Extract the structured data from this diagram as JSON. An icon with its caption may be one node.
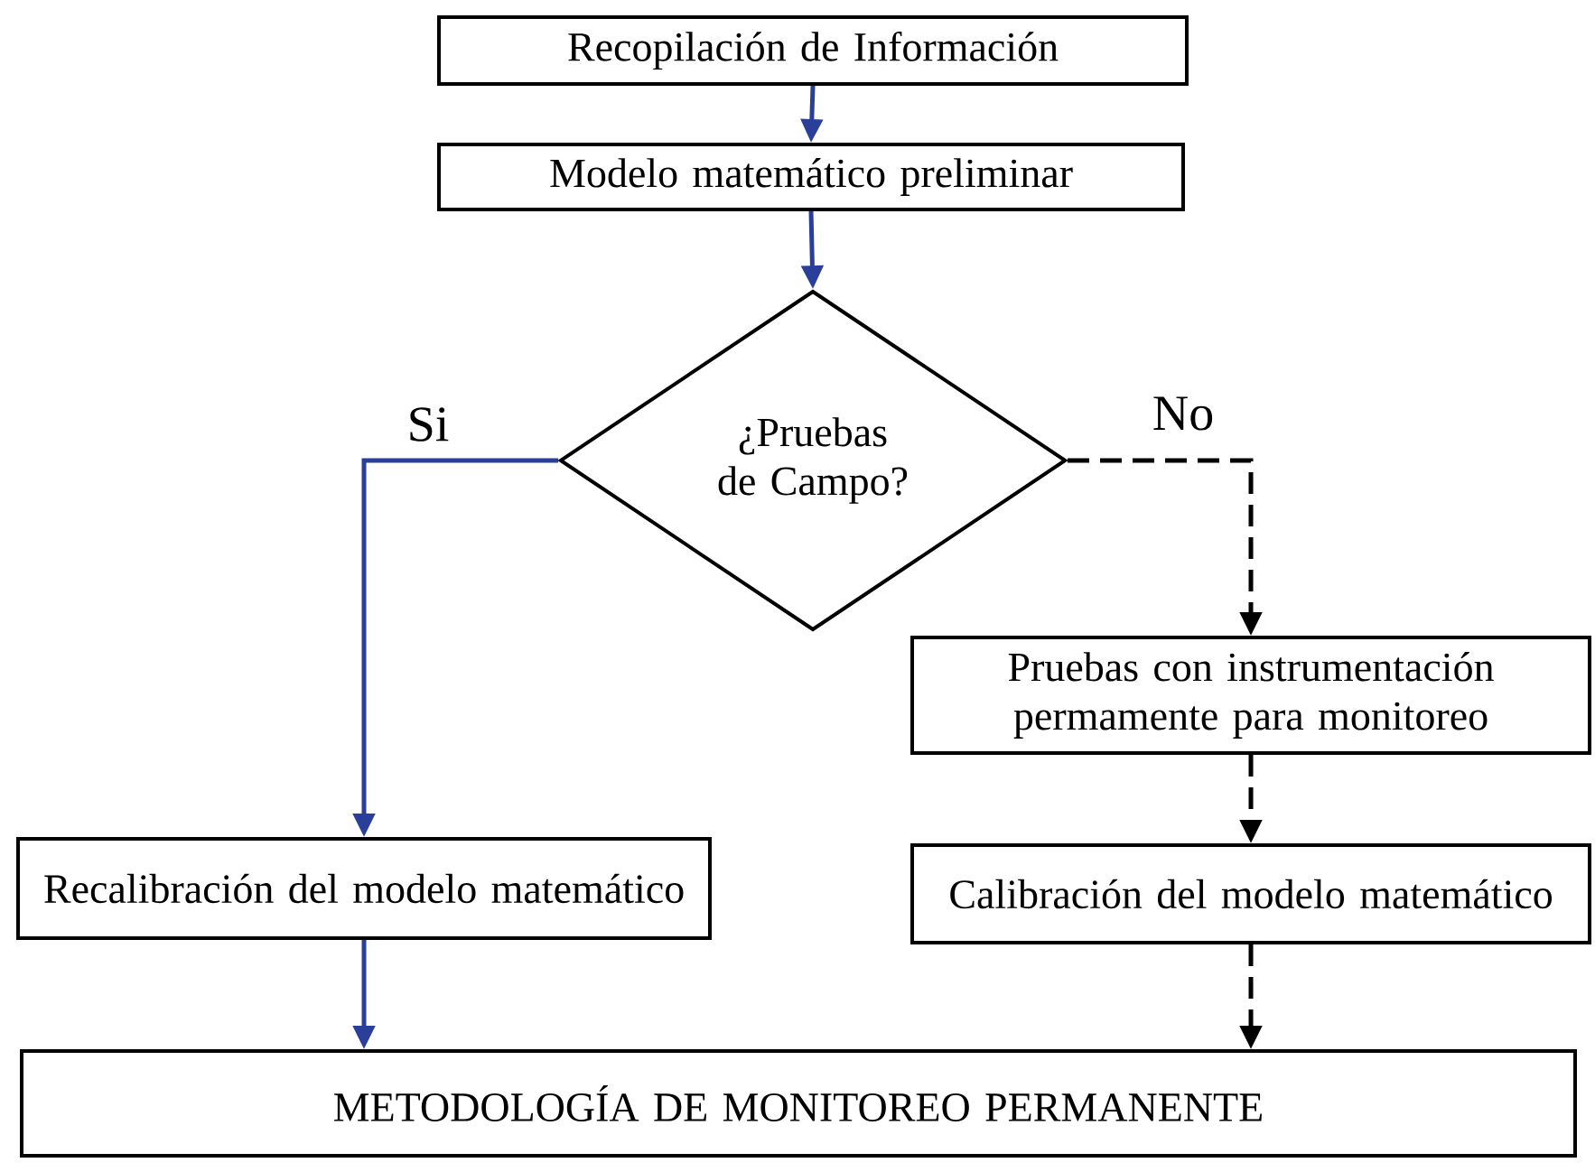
{
  "diagram": {
    "nodes": [
      {
        "text": [
          "Recopilación de Información"
        ]
      },
      {
        "text": [
          "Modelo matemático preliminar"
        ]
      },
      {
        "text": [
          "¿Pruebas de Campo?"
        ]
      },
      {
        "text": [
          "Recalibración del modelo matemático"
        ]
      },
      {
        "text": [
          "Pruebas con instrumentación permamente para monitoreo"
        ]
      },
      {
        "text": [
          "Calibración del modelo matemático"
        ]
      },
      {
        "text": [
          "METODOLOGÍA DE MONITOREO PERMANENTE"
        ]
      }
    ],
    "edges": [
      {
        "from": 0,
        "to": 1,
        "arrow": "to"
      },
      {
        "from": 1,
        "to": 2,
        "arrow": "to"
      },
      {
        "from": 2,
        "to": 3,
        "arrow": "to",
        "label": "Si"
      },
      {
        "from": 2,
        "to": 4,
        "arrow": "to",
        "label": "No",
        "style": "dashed",
        "color": "#000000"
      },
      {
        "from": 4,
        "to": 5,
        "arrow": "to",
        "style": "dashed",
        "color": "#000000"
      },
      {
        "from": 3,
        "to": 6,
        "arrow": "to"
      },
      {
        "from": 5,
        "to": 6,
        "arrow": "to",
        "style": "dashed",
        "color": "#000000"
      }
    ]
  }
}
